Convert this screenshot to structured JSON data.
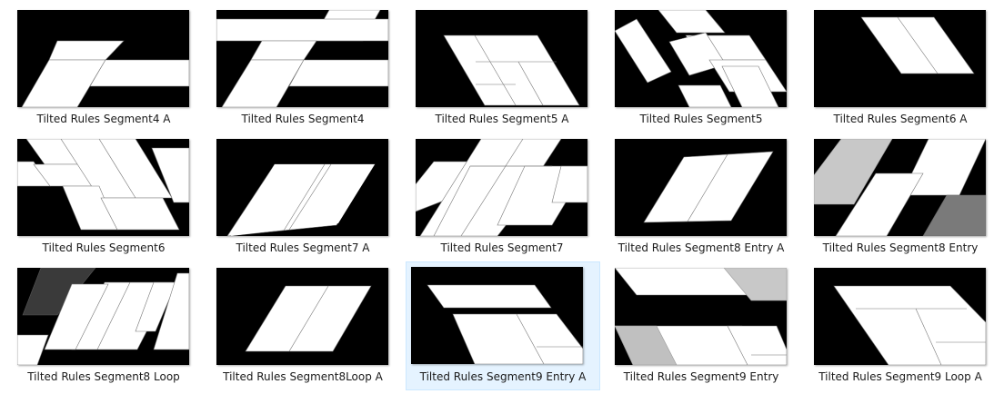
{
  "colors": {
    "thumbnail_background": "#000000",
    "shape_fill": "#ffffff",
    "shape_stroke": "#6e6e6e",
    "selection_background": "#e5f3ff",
    "selection_border": "#cce8ff"
  },
  "items": [
    {
      "label": "Tilted Rules Segment4 A",
      "type_icon": "image-thumbnail"
    },
    {
      "label": "Tilted Rules Segment4",
      "type_icon": "image-thumbnail"
    },
    {
      "label": "Tilted Rules Segment5 A",
      "type_icon": "image-thumbnail"
    },
    {
      "label": "Tilted Rules Segment5",
      "type_icon": "image-thumbnail"
    },
    {
      "label": "Tilted Rules Segment6 A",
      "type_icon": "image-thumbnail"
    },
    {
      "label": "Tilted Rules Segment6",
      "type_icon": "image-thumbnail"
    },
    {
      "label": "Tilted Rules Segment7 A",
      "type_icon": "image-thumbnail"
    },
    {
      "label": "Tilted Rules Segment7",
      "type_icon": "image-thumbnail"
    },
    {
      "label": "Tilted Rules Segment8 Entry A",
      "type_icon": "image-thumbnail"
    },
    {
      "label": "Tilted Rules Segment8 Entry",
      "type_icon": "image-thumbnail"
    },
    {
      "label": "Tilted Rules Segment8 Loop",
      "type_icon": "image-thumbnail"
    },
    {
      "label": "Tilted Rules Segment8Loop A",
      "type_icon": "image-thumbnail"
    },
    {
      "label": "Tilted Rules Segment9 Entry A",
      "type_icon": "image-thumbnail",
      "selected": true
    },
    {
      "label": "Tilted Rules Segment9 Entry",
      "type_icon": "image-thumbnail"
    },
    {
      "label": "Tilted Rules Segment9 Loop A",
      "type_icon": "image-thumbnail"
    }
  ]
}
